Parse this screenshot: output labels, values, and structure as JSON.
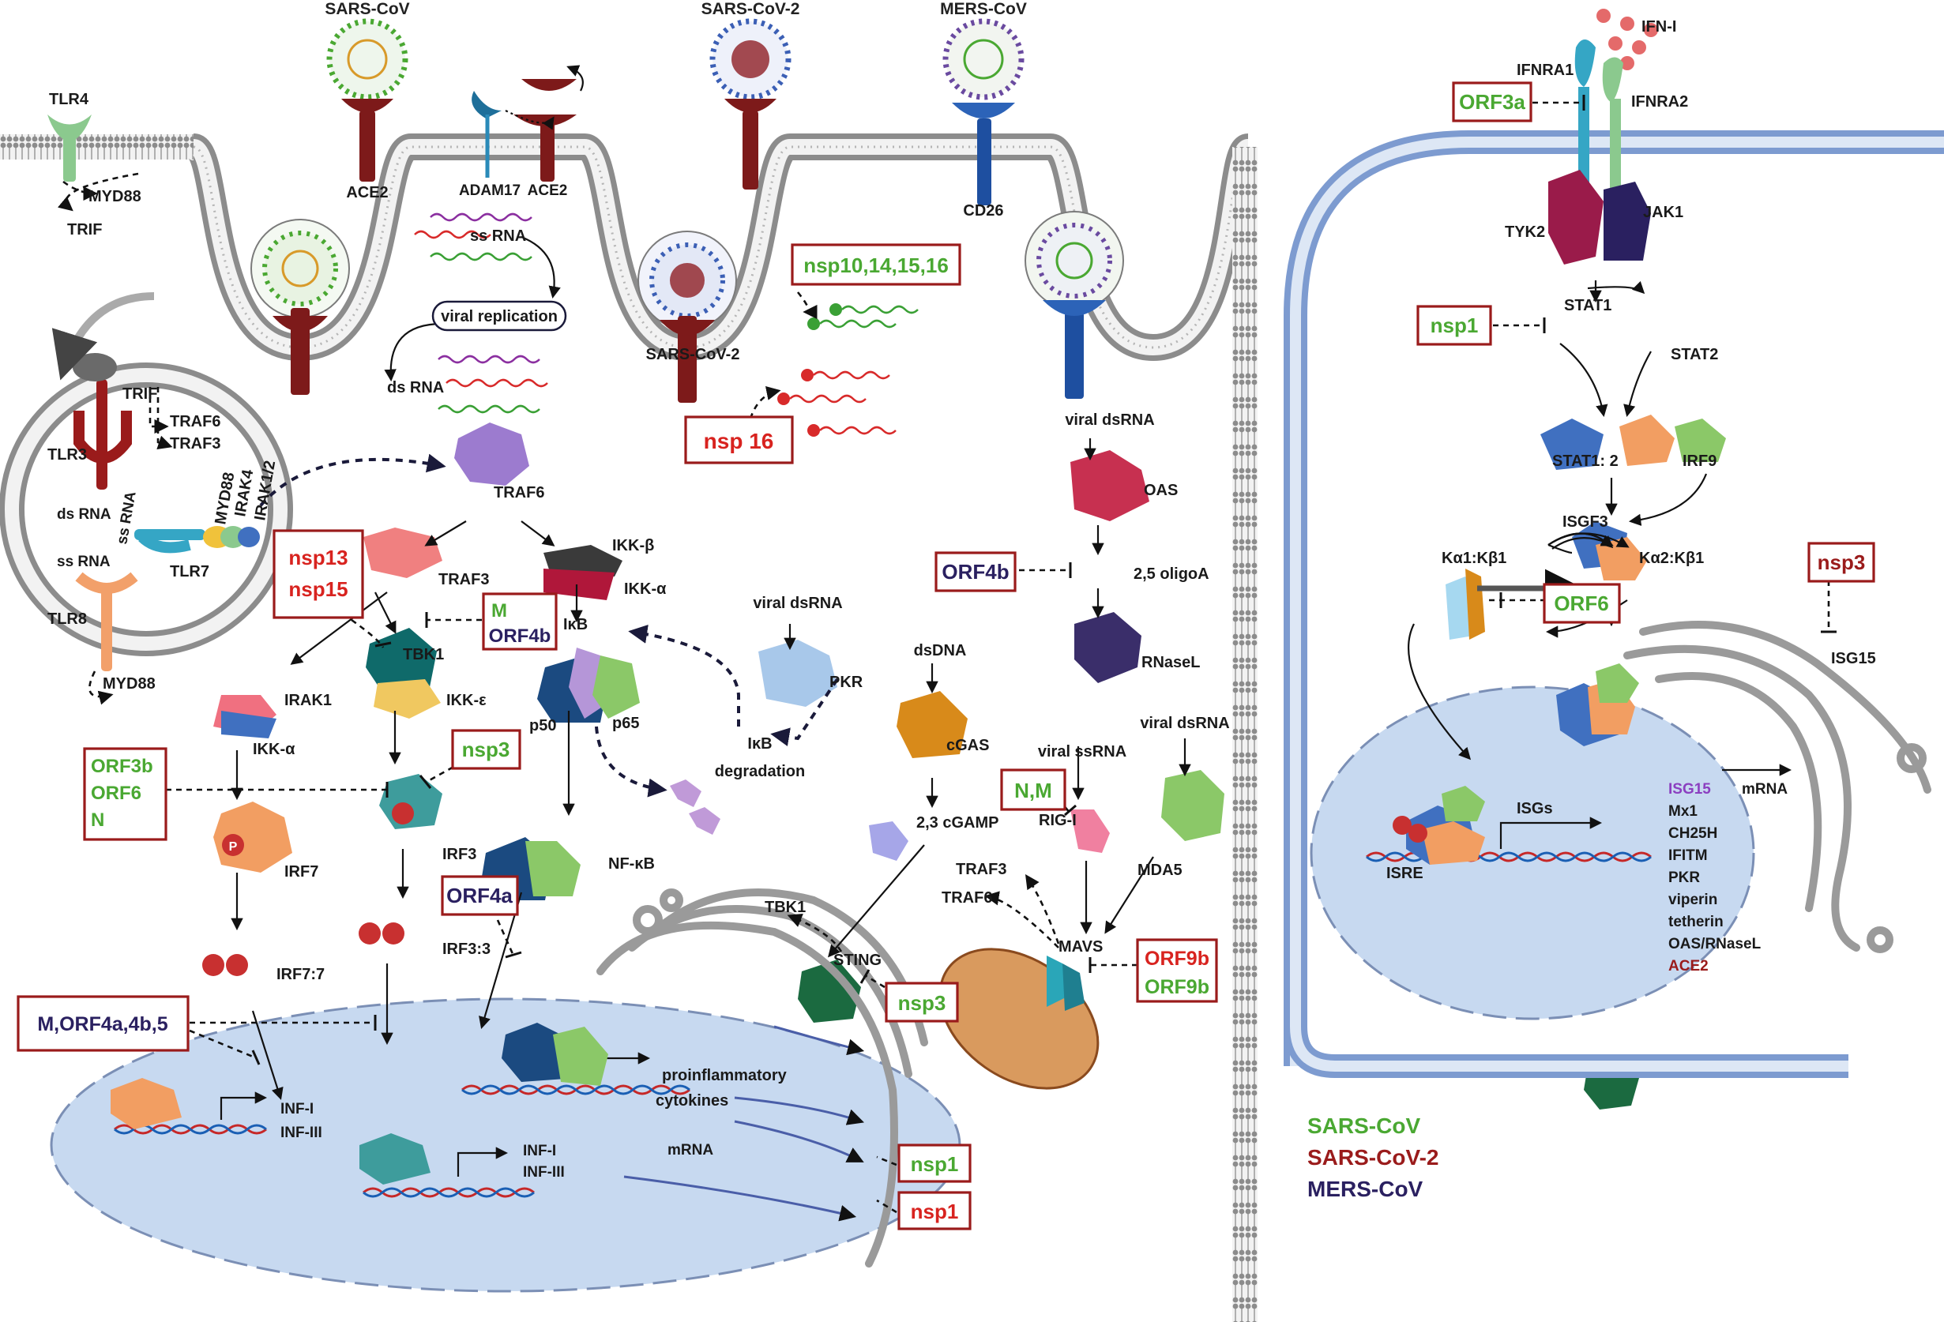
{
  "viruses": {
    "sars_cov": "SARS-CoV",
    "sars_cov_2": "SARS-CoV-2",
    "mers_cov": "MERS-CoV"
  },
  "receptors": {
    "ace2_left": "ACE2",
    "ace2_mid": "ACE2",
    "adam17": "ADAM17",
    "cd26": "CD26"
  },
  "tlr": {
    "tlr4": "TLR4",
    "myd88_top": "MYD88",
    "trif_top": "TRIF",
    "trif_endo": "TRIF",
    "traf6_endo": "TRAF6",
    "traf3_endo": "TRAF3",
    "tlr3": "TLR3",
    "ds_rna_endo": "ds RNA",
    "ss_rna_tlr7": "ss RNA",
    "tlr7": "TLR7",
    "ss_rna_tlr8": "ss RNA",
    "tlr8": "TLR8",
    "myd88_bottom": "MYD88",
    "myd88_tlr7": "MYD88",
    "irak4": "IRAK4",
    "irak12": "IRAK1/2"
  },
  "replication": {
    "ss_rna": "ss RNA",
    "viral_replication": "viral replication",
    "ds_rna": "ds RNA"
  },
  "signaling": {
    "traf6": "TRAF6",
    "traf3": "TRAF3",
    "ikk_beta": "IKK-β",
    "ikk_alpha": "IKK-α",
    "ikb": "IκB",
    "tbk1": "TBK1",
    "ikk_epsilon": "IKK-ε",
    "irak1": "IRAK1",
    "ikk_alpha_2": "IKK-α",
    "p50": "p50",
    "p65": "p65",
    "irf7": "IRF7",
    "irf3": "IRF3",
    "irf77": "IRF7:7",
    "irf33": "IRF3:3",
    "nfkb": "NF-κB",
    "viral_dsrna_pkr": "viral dsRNA",
    "pkr": "PKR",
    "ikb_degradation_1": "IκB",
    "ikb_degradation_2": "degradation",
    "viral_dsrna_oas": "viral dsRNA",
    "oas": "OAS",
    "oligoa": "2,5 oligoA",
    "rnasel": "RNaseL",
    "dsdna": "dsDNA",
    "cgas": "cGAS",
    "cgamp": "2,3 cGAMP",
    "sting": "STING",
    "tbk1_sting": "TBK1",
    "viral_ssrna": "viral ssRNA",
    "viral_dsrna_mda5": "viral dsRNA",
    "rigi": "RIG-I",
    "mda5": "MDA5",
    "traf3_mavs": "TRAF3",
    "traf6_mavs": "TRAF6",
    "mavs": "MAVS"
  },
  "nucleus": {
    "inf1_a": "INF-I",
    "inf3_a": "INF-III",
    "inf1_b": "INF-I",
    "inf3_b": "INF-III",
    "proinflammatory": "proinflammatory",
    "cytokines": "cytokines",
    "mrna": "mRNA",
    "p": "P"
  },
  "inhibitors": {
    "nsp10_16": "nsp10,14,15,16",
    "nsp16": "nsp 16",
    "nsp13": "nsp13",
    "nsp15": "nsp15",
    "m": "M",
    "orf4b": "ORF4b",
    "nsp3_irf3": "nsp3",
    "orf3b": "ORF3b",
    "orf6": "ORF6",
    "n": "N",
    "orf4a": "ORF4a",
    "m_orf4a": "M,ORF4a,4b,5",
    "orf4b_oas": "ORF4b",
    "nm": "N,M",
    "nsp3_sting": "nsp3",
    "orf9b_r": "ORF9b",
    "orf9b_g": "ORF9b",
    "nsp1_g": "nsp1",
    "nsp1_r": "nsp1",
    "orf3a": "ORF3a",
    "nsp1_stat": "nsp1",
    "orf6_right": "ORF6",
    "nsp3_isg15": "nsp3"
  },
  "jak_stat": {
    "ifn1": "IFN-I",
    "ifnra1": "IFNRA1",
    "ifnra2": "IFNRA2",
    "tyk2": "TYK2",
    "jak1": "JAK1",
    "stat1": "STAT1",
    "stat2": "STAT2",
    "stat12": "STAT1: 2",
    "irf9": "IRF9",
    "isgf3": "ISGF3",
    "ka1kb1": "Kα1:Kβ1",
    "ka2kb1": "Kα2:Kβ1",
    "isg15_top": "ISG15",
    "isre": "ISRE",
    "isgs": "ISGs",
    "mrna": "mRNA"
  },
  "isg_list": [
    "ISG15",
    "Mx1",
    "CH25H",
    "IFITM",
    "PKR",
    "viperin",
    "tetherin",
    "OAS/RNaseL",
    "ACE2"
  ],
  "legend": {
    "sars_cov": "SARS-CoV",
    "sars_cov_2": "SARS-CoV-2",
    "mers_cov": "MERS-CoV"
  },
  "colors": {
    "sars_cov": "#4aa832",
    "sars_cov_2": "#9a1b1b",
    "mers_cov": "#2a2060",
    "box_border": "#9a1b1b",
    "nucleus": "#c7d9f0",
    "membrane": "#a9a9a9"
  }
}
